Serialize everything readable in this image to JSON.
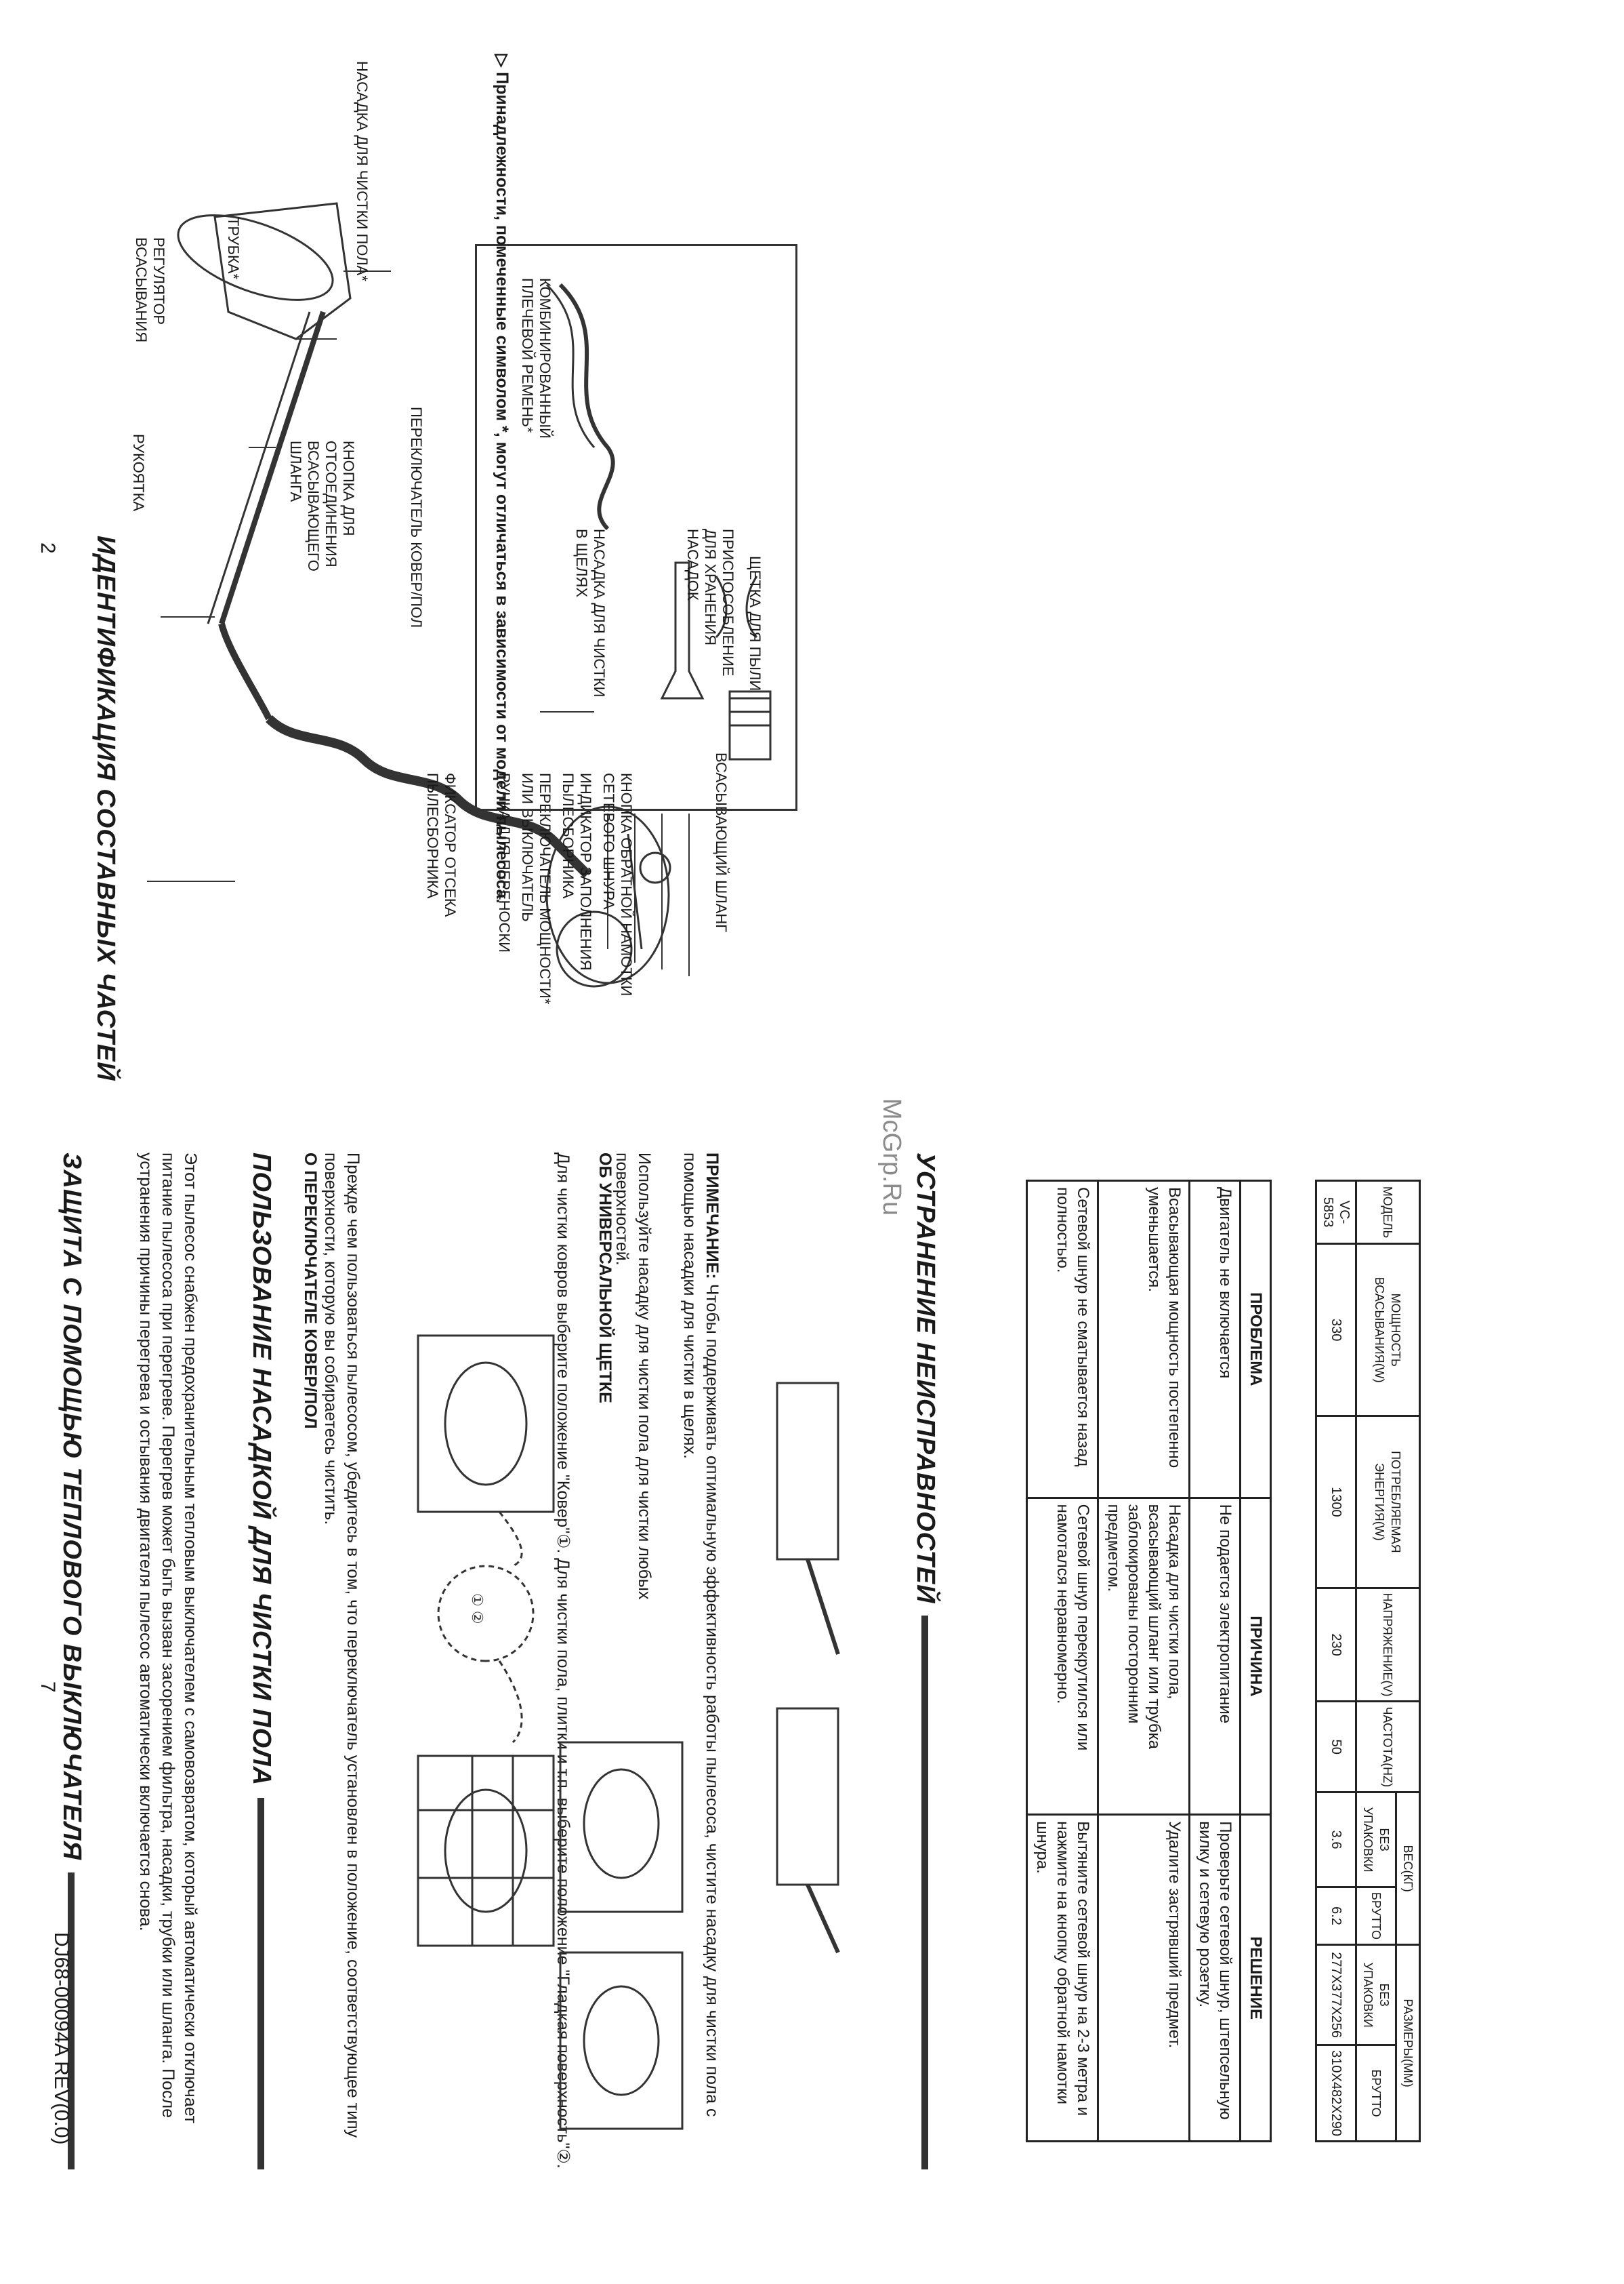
{
  "left_page": {
    "title": "ИДЕНТИФИКАЦИЯ СОСТАВНЫХ ЧАСТЕЙ",
    "labels": {
      "suction_hose": "ВСАСЫВАЮЩИЙ ШЛАНГ",
      "handle": "РУКОЯТКА",
      "suction_regulator": "РЕГУЛЯТОР ВСАСЫВАНИЯ",
      "pipe": "ТРУБКА*",
      "floor_nozzle": "НАСАДКА ДЛЯ ЧИСТКИ ПОЛА*",
      "carpet_floor_switch": "ПЕРЕКЛЮЧАТЕЛЬ КОВЕР/ПОЛ",
      "hose_release_button": "КНОПКА ДЛЯ ОТСОЕДИНЕНИЯ ВСАСЫВАЮЩЕГО ШЛАНГА",
      "cord_rewind_button": "КНОПКА ОБРАТНОЙ НАМОТКИ СЕТЕВОГО ШНУРА",
      "dust_indicator": "ИНДИКАТОР ЗАПОЛНЕНИЯ ПЫЛЕСБОРНИКА",
      "power_switch": "ПЕРЕКЛЮЧАТЕЛЬ МОЩНОСТИ* ИЛИ ВЫКЛЮЧАТЕЛЬ",
      "carry_handle": "РУЧКА ДЛЯ ПЕРЕНОСКИ",
      "dust_lock": "ФИКСАТОР ОТСЕКА ПЫЛЕСБОРНИКА"
    },
    "accessories": {
      "shoulder_strap": "КОМБИНИРОВАННЫЙ ПЛЕЧЕВОЙ РЕМЕНЬ*",
      "crevice_tool": "НАСАДКА ДЛЯ ЧИСТКИ В ЩЕЛЯХ",
      "holder": "ПРИСПОСОБЛЕНИЕ ДЛЯ ХРАНЕНИЯ НАСАДОК",
      "dust_brush": "ЩЕТКА ДЛЯ ПЫЛИ"
    },
    "footnote": "▷ Принадлежности, помеченные символом *, могут отличаться в зависимости от модели пылесоса.",
    "page_number": "2"
  },
  "right_page": {
    "thermal": {
      "title": "ЗАЩИТА С ПОМОЩЬЮ ТЕПЛОВОГО ВЫКЛЮЧАТЕЛЯ",
      "text": "Этот пылесос снабжен предохранительным тепловым выключателем с самовозвратом, который автоматически отключает питание пылесоса при перегреве. Перегрев может быть вызван засорением фильтра, насадки, трубки или шланга. После устранения причины перегрева и остывания двигателя пылесос автоматически включается снова."
    },
    "nozzle": {
      "title": "ПОЛЬЗОВАНИЕ НАСАДКОЙ ДЛЯ ЧИСТКИ ПОЛА",
      "switch_heading": "О ПЕРЕКЛЮЧАТЕЛЕ КОВЕР/ПОЛ",
      "switch_text": "Прежде чем пользоваться пылесосом, убедитесь в том, что переключатель установлен в положение, соответствующее типу поверхности, которую вы собираетесь чистить.",
      "switch_text2": "Для чистки ковров выберите положение \"Ковер\"①. Для чистки пола, плитки и т.п. выберите положение \"Гладкая поверхность\"②.",
      "brush_heading": "ОБ УНИВЕРСАЛЬНОЙ ЩЕТКЕ",
      "brush_text": "Используйте насадку для чистки пола для чистки любых поверхностей.",
      "note_label": "ПРИМЕЧАНИЕ:",
      "note_text": "Чтобы поддерживать оптимальную эффективность работы пылесоса, чистите насадку для чистки пола с помощью насадки для чистки в щелях."
    },
    "trouble": {
      "title": "УСТРАНЕНИЕ НЕИСПРАВНОСТЕЙ",
      "headers": [
        "ПРОБЛЕМА",
        "ПРИЧИНА",
        "РЕШЕНИЕ"
      ],
      "rows": [
        [
          "Двигатель не включается",
          "Не подается электропитание",
          "Проверьте сетевой шнур, штепсельную вилку и сетевую розетку."
        ],
        [
          "Всасывающая мощность постепенно уменьшается.",
          "Насадка для чистки пола, всасывающий шланг или трубка заблокированы посторонним предметом.",
          "Удалите застрявший предмет."
        ],
        [
          "Сетевой шнур не сматывается назад полностью.",
          "Сетевой шнур перекрутился или намотался неравномерно.",
          "Вытяните сетевой шнур на 2-3 метра и нажмите на кнопку обратной намотки шнура."
        ]
      ]
    },
    "spec": {
      "h_model": "МОДЕЛЬ",
      "h_suction": "МОЩНОСТЬ ВСАСЫВАНИЯ(W)",
      "h_power": "ПОТРЕБЛЯЕМАЯ ЭНЕРГИЯ(W)",
      "h_voltage": "НАПРЯЖЕНИЕ(V)",
      "h_freq": "ЧАСТОТА(Hz)",
      "h_weight": "ВЕС(КГ)",
      "h_dims": "РАЗМЕРЫ(mm)",
      "h_net": "без упаковки",
      "h_gross": "брутто",
      "h_net2": "без упаковки",
      "h_gross2": "брутто",
      "model": "VC-5853",
      "suction": "330",
      "power": "1300",
      "voltage": "230",
      "freq": "50",
      "w_net": "3.6",
      "w_gross": "6.2",
      "d_net": "277X377X256",
      "d_gross": "310X482X290"
    },
    "page_number": "7",
    "doc_code": "DJ68-00094A REV(0.0)"
  },
  "watermark": "McGrp.Ru"
}
